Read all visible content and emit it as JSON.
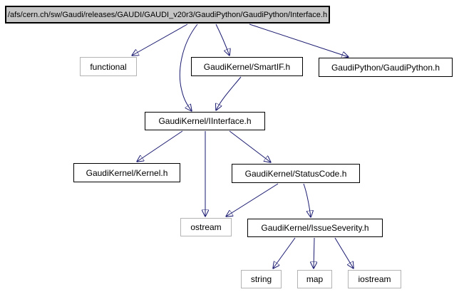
{
  "graph": {
    "kind": "include-dependency-graph",
    "root_file": "/afs/cern.ch/sw/Gaudi/releases/GAUDI/GAUDI_v20r3/GaudiPython/GaudiPython/Interface.h"
  },
  "colors": {
    "edge": "#191970",
    "node_border": "#000000",
    "system_node_border": "#b4b4b4",
    "root_fill": "#c5c5c5",
    "node_fill": "#ffffff",
    "background": "#ffffff",
    "text": "#000000"
  },
  "nodes": [
    {
      "id": "top",
      "label": "/afs/cern.ch/sw/Gaudi/releases/GAUDI/GAUDI_v20r3/GaudiPython/GaudiPython/Interface.h",
      "type": "root"
    },
    {
      "id": "functional",
      "label": "functional",
      "type": "system"
    },
    {
      "id": "smartif",
      "label": "GaudiKernel/SmartIF.h",
      "type": "project"
    },
    {
      "id": "gaudipython",
      "label": "GaudiPython/GaudiPython.h",
      "type": "project"
    },
    {
      "id": "iinterface",
      "label": "GaudiKernel/IInterface.h",
      "type": "project"
    },
    {
      "id": "kernel",
      "label": "GaudiKernel/Kernel.h",
      "type": "project"
    },
    {
      "id": "statuscode",
      "label": "GaudiKernel/StatusCode.h",
      "type": "project"
    },
    {
      "id": "ostream",
      "label": "ostream",
      "type": "system"
    },
    {
      "id": "issueseverity",
      "label": "GaudiKernel/IssueSeverity.h",
      "type": "project"
    },
    {
      "id": "string",
      "label": "string",
      "type": "system"
    },
    {
      "id": "map",
      "label": "map",
      "type": "system"
    },
    {
      "id": "iostream",
      "label": "iostream",
      "type": "system"
    }
  ],
  "edges": [
    {
      "from": "top",
      "to": "functional"
    },
    {
      "from": "top",
      "to": "iinterface"
    },
    {
      "from": "top",
      "to": "smartif"
    },
    {
      "from": "top",
      "to": "gaudipython"
    },
    {
      "from": "smartif",
      "to": "iinterface"
    },
    {
      "from": "iinterface",
      "to": "kernel"
    },
    {
      "from": "iinterface",
      "to": "ostream"
    },
    {
      "from": "iinterface",
      "to": "statuscode"
    },
    {
      "from": "statuscode",
      "to": "ostream"
    },
    {
      "from": "statuscode",
      "to": "issueseverity"
    },
    {
      "from": "issueseverity",
      "to": "string"
    },
    {
      "from": "issueseverity",
      "to": "map"
    },
    {
      "from": "issueseverity",
      "to": "iostream"
    }
  ]
}
